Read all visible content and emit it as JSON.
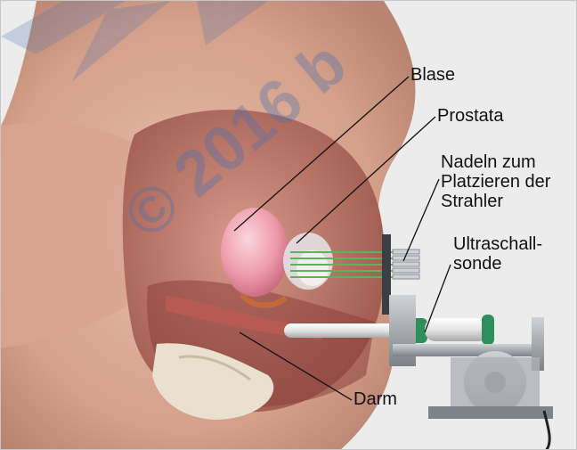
{
  "labels": {
    "blase": "Blase",
    "prostata": "Prostata",
    "nadeln_line1": "Nadeln zum",
    "nadeln_line2": "Platzieren der",
    "nadeln_line3": "Strahler",
    "ultraschall_line1": "Ultraschall-",
    "ultraschall_line2": "sonde",
    "darm": "Darm"
  },
  "watermark": "© 2016 b",
  "colors": {
    "background": "#ececec",
    "skin": "#d9a891",
    "watermark": "#4a6fb0",
    "needles": "#5ab55a",
    "probe_tip": "#2f8f5a"
  }
}
